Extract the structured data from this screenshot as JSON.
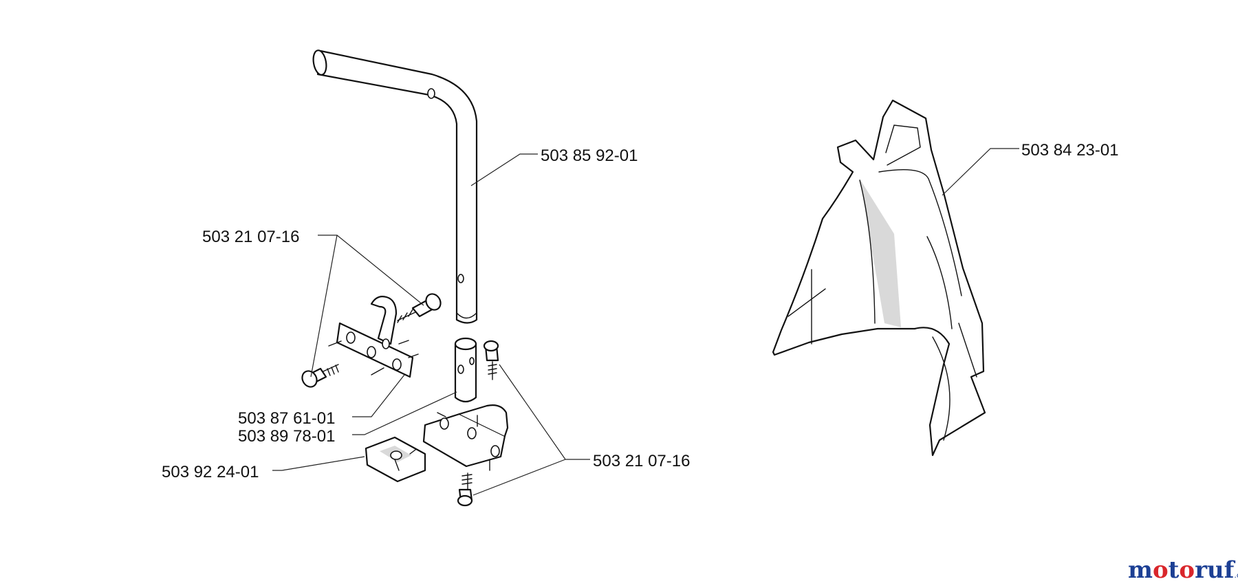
{
  "labels": {
    "handle_tube": "503 85 92-01",
    "screw_top": "503 21 07-16",
    "bracket": "503 87 61-01",
    "pin": "503 89 78-01",
    "clip": "503 92 24-01",
    "screw_bottom": "503 21 07-16",
    "deflector": "503 84 23-01"
  },
  "watermark": {
    "brand": "motoruf",
    "tld": ".de",
    "colors": {
      "o": "#1c3f94",
      "accent": "#d9262b"
    }
  }
}
